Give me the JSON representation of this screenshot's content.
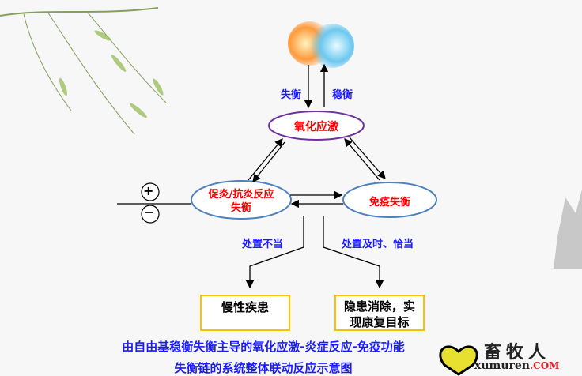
{
  "top_arrows": {
    "down_label": "失衡",
    "up_label": "稳衡"
  },
  "nodes": {
    "oxidative": "氧化应激",
    "inflammation": "促炎/抗炎反应失衡",
    "immune": "免疫失衡"
  },
  "signs": {
    "plus": "+",
    "minus": "−"
  },
  "branches": {
    "improper": "处置不当",
    "proper": "处置及时、恰当"
  },
  "outcomes": {
    "bad": "慢性疾患",
    "good": "隐患消除，实现康复目标"
  },
  "caption": {
    "line1": "由自由基稳衡失衡主导的氧化应激-炎症反应-免疫功能",
    "line2": "失衡链的系统整体联动反应示意图"
  },
  "logo": {
    "name": "畜牧人",
    "domain": "xumuren",
    "tld": ".COM"
  },
  "colors": {
    "blue": "#1a1aff",
    "red": "#ff0000",
    "purple": "#7030a0",
    "ellipse": "#4f81bd",
    "box": "#ffc000"
  }
}
